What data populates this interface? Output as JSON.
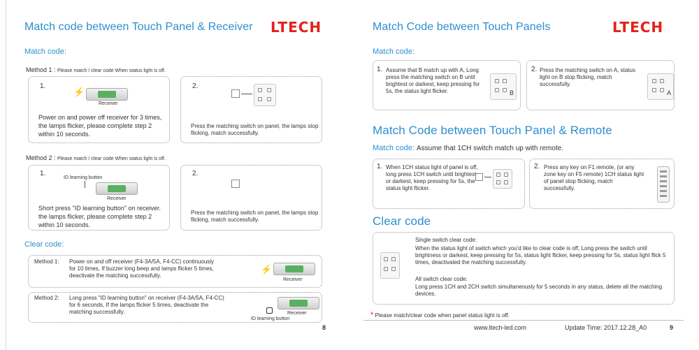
{
  "left": {
    "title": "Match code between Touch Panel & Receiver",
    "logo": "LTECH",
    "match_heading": "Match code:",
    "method1": {
      "label": "Method 1 :",
      "note": "Please match / clear code When status light is off.",
      "step1_num": "1.",
      "step1_caption": "Receiver",
      "step1_text": "Power on and power off receiver for 3 times, the lamps flicker, please complete step 2 within 10 seconds.",
      "step2_num": "2.",
      "step2_text": "Press the matching switch on panel, the lamps stop flicking, match successfully."
    },
    "method2": {
      "label": "Method 2 :",
      "note": "Please match / clear code When status light is off.",
      "step1_num": "1.",
      "step1_id_caption": "ID learning button",
      "step1_caption": "Receiver",
      "step1_text": "Short press \"ID learning button\" on receiver. the lamps flicker, please complete step 2 within 10 seconds.",
      "step2_num": "2.",
      "step2_text": "Press the matching switch on panel, the lamps stop flicking, match successfully."
    },
    "clear_heading": "Clear code:",
    "clear1": {
      "label": "Method 1:",
      "line1": "Power on and off receiver (F4-3A/5A, F4-CC) continuously",
      "line2": "for 10 times, If buzzer long beep and lamps flicker 5 times,",
      "line3": "deactivate the matching successfully.",
      "caption": "Receiver"
    },
    "clear2": {
      "label": "Method 2:",
      "line1": "Long press \"ID learning button\" on receiver (F4-3A/5A, F4-CC)",
      "line2": "for 6 seconds, If the lamps flicker 5 times, deactivate the",
      "line3": "matching successfully.",
      "caption": "Receiver",
      "id_caption": "ID learning button"
    },
    "page_number": "8"
  },
  "right": {
    "title": "Match Code between Touch Panels",
    "logo": "LTECH",
    "match_heading": "Match code:",
    "panels": {
      "step1_num": "1.",
      "step1_text": "Assume that B match up with A, Long press the matching switch on B until brightest or darkest, keep pressing for 5s, the status light flicker.",
      "step1_letter": "B",
      "step2_num": "2.",
      "step2_text": "Press the matching switch on A, status light on B stop flicking, match successfully.",
      "step2_letter": "A"
    },
    "remote_title": "Match Code between Touch Panel & Remote",
    "remote_heading": "Match code:",
    "remote_assume": "Assume that 1CH switch match up with remote.",
    "remote": {
      "step1_num": "1.",
      "step1_text": "When 1CH status light of panel is off, long press 1CH switch until brightest or darkest, keep pressing for 5s, the status light flicker.",
      "step2_num": "2.",
      "step2_text": "Press any key on F1 remote, (or any zone key on F5 remote) 1CH status light of panel stop flicking, match successfully."
    },
    "clear_title": "Clear code",
    "clear": {
      "single_heading": "Single switch clear code:",
      "single_text": "When the status light of switch which you'd like to clear code is off, Long press the switch until brightness or darkest, keep pressing for 5s, status light flicker, keep pressing for 5s, status light flick 5 times, deactivated the matching successfully.",
      "all_heading": "All switch clear code:",
      "all_text": "Long press 1CH and 2CH switch simultaneously for 5 seconds in any status, delete all the matching devices."
    },
    "note_star": "*",
    "note": "Please match/clear code when panel status light is off.",
    "website": "www.ltech-led.com",
    "update": "Update Time: 2017.12.28_A0",
    "page_number": "9"
  },
  "colors": {
    "heading_blue": "#2b8fd0",
    "logo_red": "#e2211c",
    "star_red": "#e2211c"
  }
}
